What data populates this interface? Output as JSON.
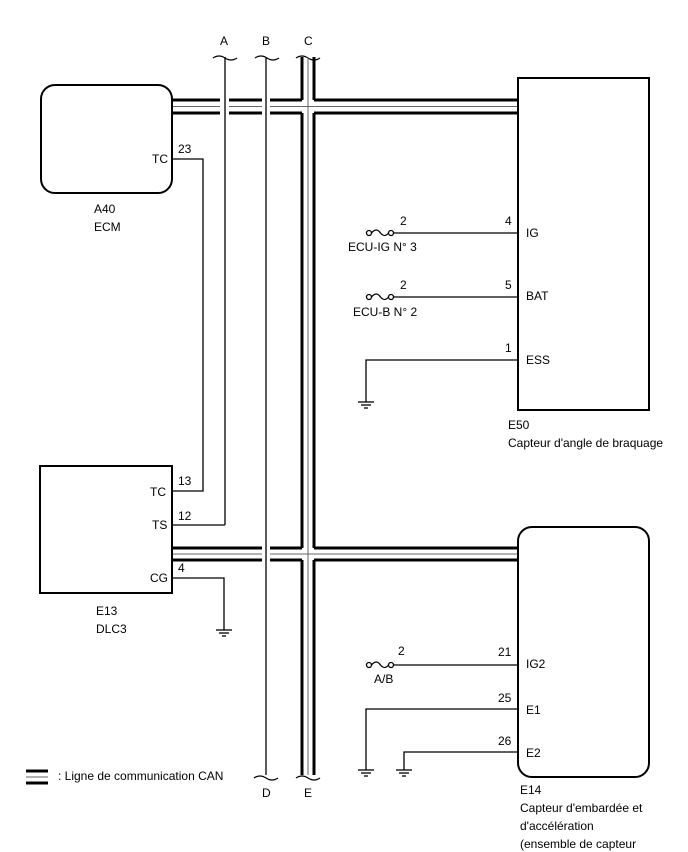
{
  "diagram": {
    "bus_labels_top": [
      "A",
      "B",
      "C"
    ],
    "bus_labels_bottom": [
      "D",
      "E"
    ],
    "legend": {
      "icon": "can-line-icon",
      "text": ": Ligne de communication CAN"
    },
    "components": {
      "ecm": {
        "code": "A40",
        "name": "ECM",
        "pins": [
          {
            "name": "TC",
            "number": "23"
          }
        ]
      },
      "dlc3": {
        "code": "E13",
        "name": "DLC3",
        "pins": [
          {
            "name": "TC",
            "number": "13"
          },
          {
            "name": "TS",
            "number": "12"
          },
          {
            "name": "CG",
            "number": "4"
          }
        ]
      },
      "steering_sensor": {
        "code": "E50",
        "name": "Capteur d'angle de braquage",
        "pins": [
          {
            "name": "IG",
            "number": "4"
          },
          {
            "name": "BAT",
            "number": "5"
          },
          {
            "name": "ESS",
            "number": "1"
          }
        ]
      },
      "yaw_sensor": {
        "code": "E14",
        "name_lines": [
          "Capteur d'embardée et",
          "d'accélération",
          "(ensemble de capteur"
        ],
        "pins": [
          {
            "name": "IG2",
            "number": "21"
          },
          {
            "name": "E1",
            "number": "25"
          },
          {
            "name": "E2",
            "number": "26"
          }
        ]
      }
    },
    "fuses": [
      {
        "name": "ECU-IG N° 3",
        "pin": "2"
      },
      {
        "name": "ECU-B N° 2",
        "pin": "2"
      },
      {
        "name": "A/B",
        "pin": "2"
      }
    ]
  }
}
